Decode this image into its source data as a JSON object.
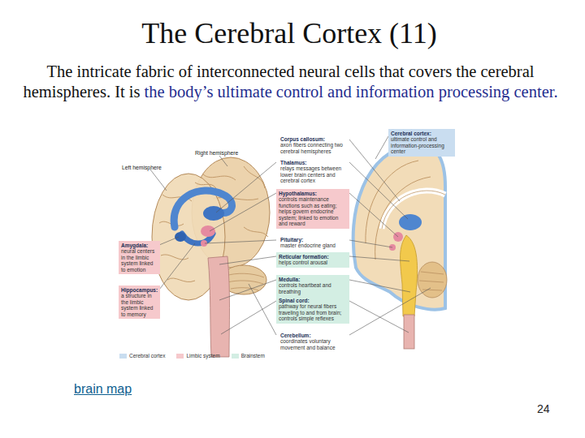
{
  "diagram": {
    "title": "The Cerebral Cortex (11)",
    "nodes": [
      {
        "text": [
          "Corpus callosum:",
          "axon fibers connecting two cerebral hemispheres"
        ]
      },
      {
        "text": [
          "Cerebral cortex:",
          "ultimate control and information-processing center"
        ]
      },
      {
        "text": [
          "Thalamus:",
          "relays messages between lower brain centers and cerebral cortex"
        ]
      },
      {
        "text": [
          "Hypothalamus:",
          "controls maintenance functions such as eating; helps govern endocrine system; linked to emotion and reward"
        ]
      },
      {
        "text": [
          "Pituitary:",
          "master endocrine gland"
        ]
      },
      {
        "text": [
          "Reticular formation:",
          "helps control arousal"
        ]
      },
      {
        "text": [
          "Medulla:",
          "controls heartbeat and breathing"
        ]
      },
      {
        "text": [
          "Spinal cord:",
          "pathway for neural fibers traveling to and from brain; controls simple reflexes"
        ]
      },
      {
        "text": [
          "Cerebellum:",
          "coordinates voluntary movement and balance"
        ]
      },
      {
        "text": [
          "Amygdala:",
          "neural centers in the limbic system linked to emotion"
        ]
      },
      {
        "text": [
          "Hippocampus:",
          "a structure in the limbic system linked to memory"
        ]
      }
    ],
    "labels": [
      "The intricate fabric of interconnected neural cells that covers the cerebral hemispheres. It is",
      "the body’s ultimate control and information processing center.",
      "Left hemisphere",
      "Right hemisphere",
      "brain map",
      "24"
    ],
    "legend": [
      {
        "text": "Cerebral cortex",
        "color": "#c9ddf0"
      },
      {
        "text": "Limbic system",
        "color": "#f6c9cc"
      },
      {
        "text": "Brainstem",
        "color": "#d3eee3"
      }
    ]
  }
}
